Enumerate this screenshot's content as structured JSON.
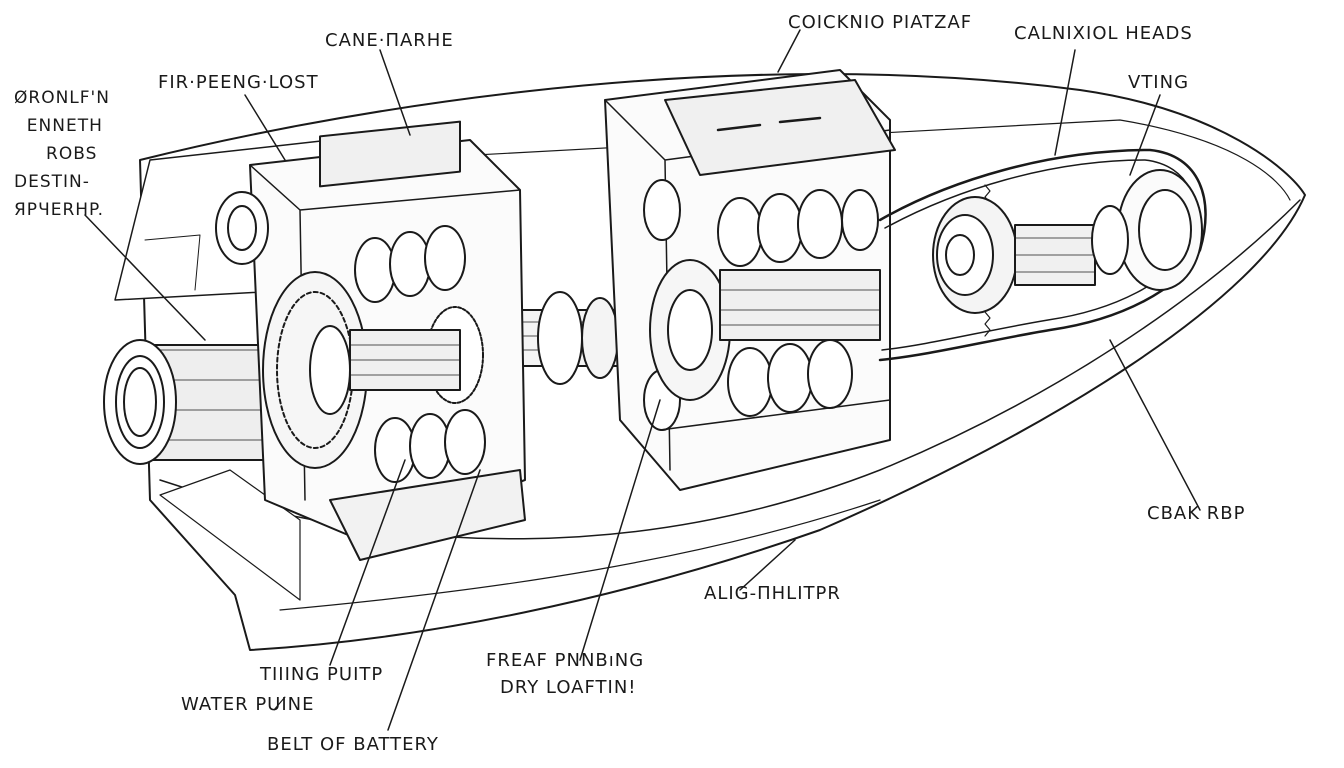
{
  "labels": {
    "left_block": "ØRONLF'N\n  ENNETH\n     ROBS\nDESTIN-\nЯPЧERHP.",
    "fir_peeng_lost": "FIR·PEENG·LOST",
    "cane_marhe": "CANE·ΠARHE",
    "coicknio_platzaf": "COICKNIO PIATZAF",
    "calnixiol_heads": "CALNIXIOL HEADS",
    "vting": "VTING",
    "cbak_rbp": "CBAK RBP",
    "alig_mhlitpr": "ALIG-ΠHLITPR",
    "freaf_pnnbing": "FREAF PNNBıNG",
    "dry_loaftin": "DRY LOAFTIN!",
    "tiiing_purp": "TIIING PUITP",
    "water_puine": "WATER PUI̸NE",
    "belt_of_battery": "BELT OF BATTERY"
  },
  "colors": {
    "ink": "#1a1a1a",
    "paper": "#ffffff",
    "shade": "#e8e8e8"
  }
}
